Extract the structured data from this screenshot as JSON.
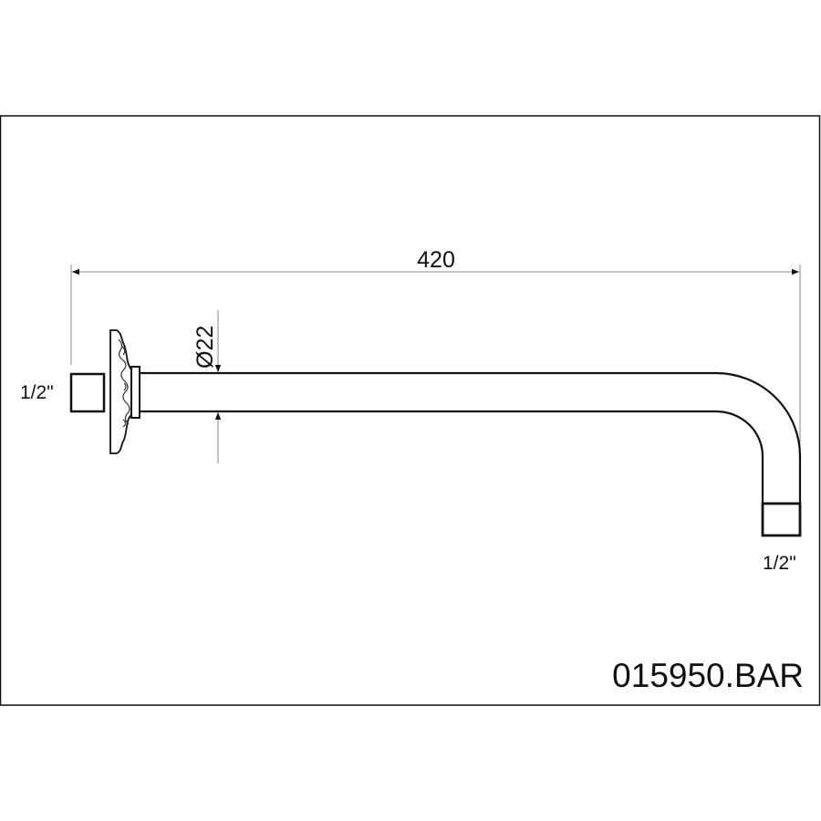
{
  "drawing": {
    "length_dimension": "420",
    "diameter_dimension": "Ø22",
    "inlet_thread": "1/2\"",
    "outlet_thread": "1/2\"",
    "part_code": "015950.BAR"
  },
  "colors": {
    "line": "#111111",
    "dim_line": "#888888",
    "background": "#ffffff"
  }
}
